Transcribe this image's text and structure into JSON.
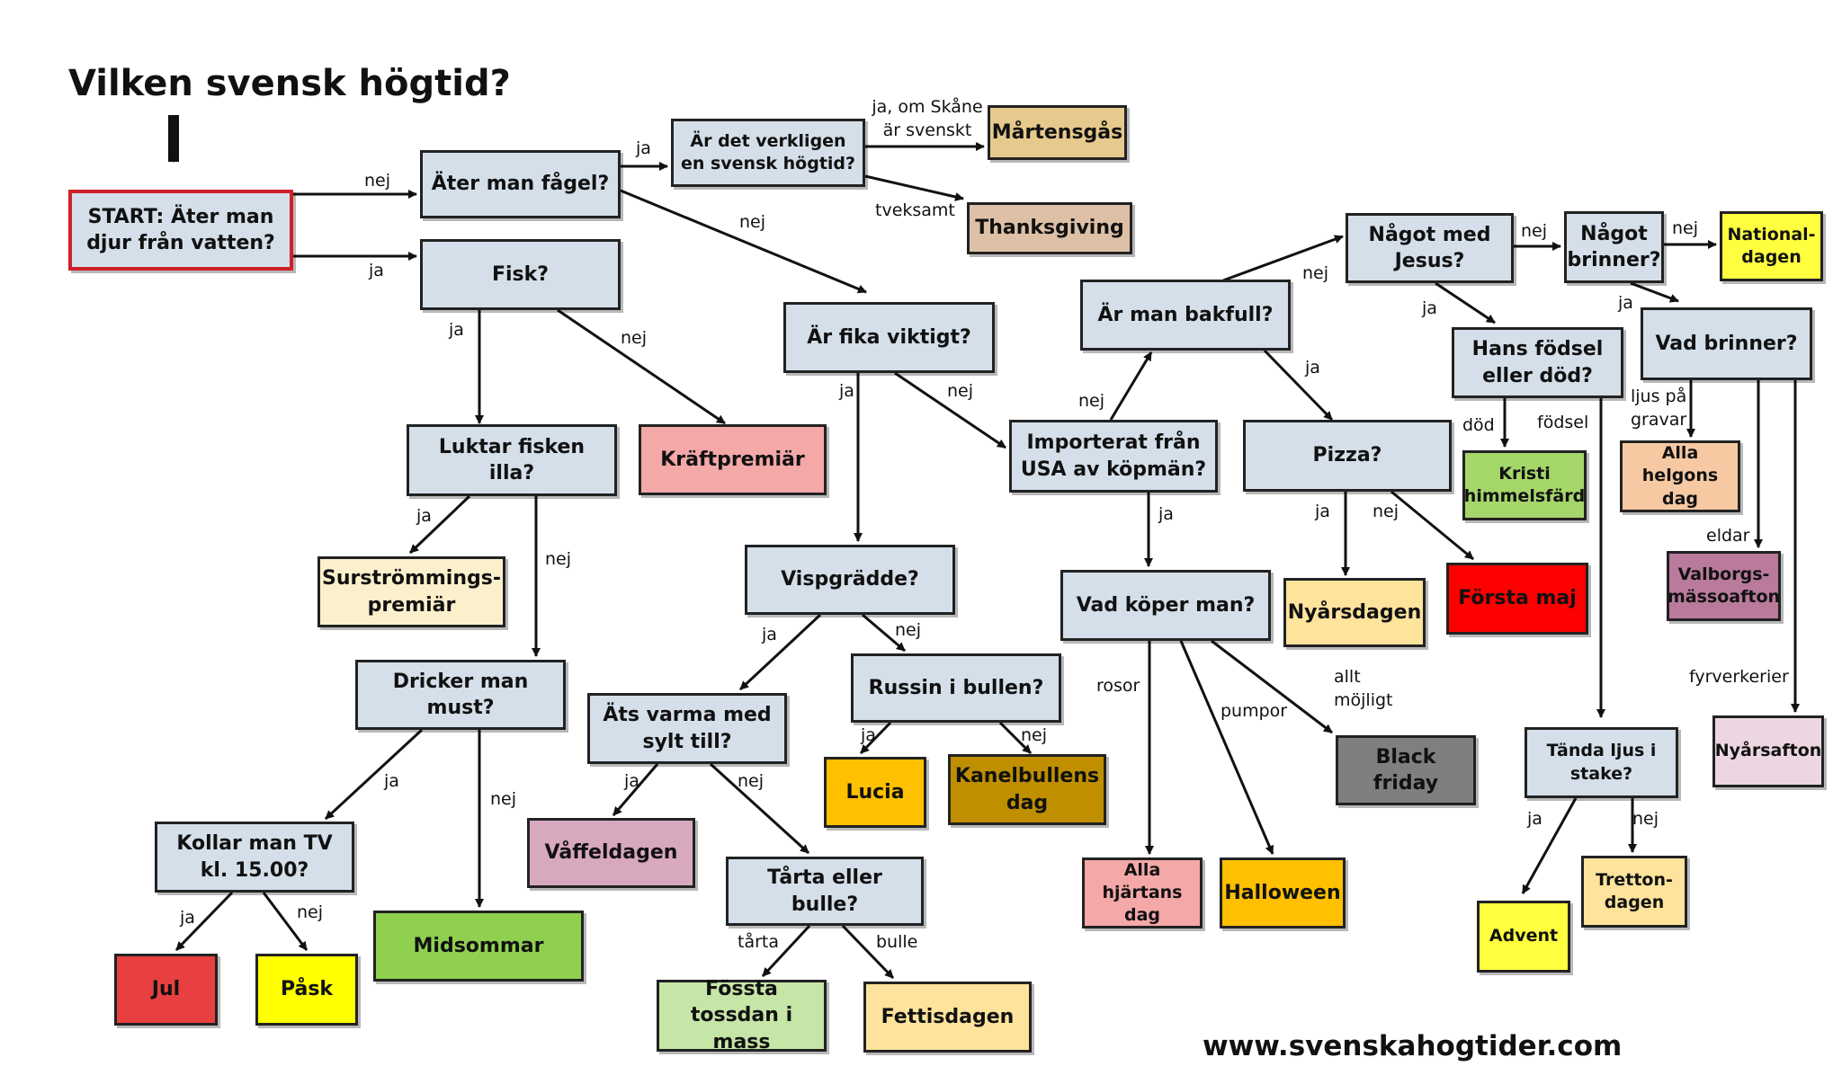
{
  "title": "Vilken svensk högtid?",
  "footer_url": "www.svenskahogtider.com",
  "colors": {
    "question": "#d4dfe9",
    "start_border": "#d0202a",
    "yellow": "#ffff00",
    "red": "#e84040",
    "green": "#8fd14f",
    "pink": "#f4a8a8",
    "cream": "#fcf0cc",
    "tan": "#e6c98d",
    "orange": "#ffc000"
  },
  "nodes": {
    "start": "START: Äter man djur från vatten?",
    "ater_fagel": "Äter man fågel?",
    "svensk_hogtid": "Är det verkligen en svensk högtid?",
    "martensgas": "Mårtensgås",
    "thanksgiving": "Thanksgiving",
    "fisk": "Fisk?",
    "fika": "Är fika viktigt?",
    "bakfull": "Är man bakfull?",
    "jesus": "Något med Jesus?",
    "brinner": "Något brinner?",
    "nationaldagen": "National-dagen",
    "hans_fodsel": "Hans födsel eller död?",
    "vad_brinner": "Vad brinner?",
    "luktar": "Luktar fisken illa?",
    "kraftpremiar": "Kräftpremiär",
    "importerat": "Importerat från USA av köpmän?",
    "pizza": "Pizza?",
    "kristi": "Kristi himmelsfärd",
    "alla_helgons": "Alla helgons dag",
    "surstromming": "Surströmmings-premiär",
    "vispgradde": "Vispgrädde?",
    "vad_koper": "Vad köper man?",
    "nyarsdagen": "Nyårsdagen",
    "forsta_maj": "Första maj",
    "valborg": "Valborgs-mässoafton",
    "must": "Dricker man must?",
    "varma_sylt": "Äts varma med sylt till?",
    "russin": "Russin i bullen?",
    "black_friday": "Black friday",
    "nyarsafton": "Nyårsafton",
    "tanda_ljus": "Tända ljus i stake?",
    "tv": "Kollar man TV kl. 15.00?",
    "midsommar": "Midsommar",
    "vaffeldagen": "Våffeldagen",
    "lucia": "Lucia",
    "kanelbulle": "Kanelbullens dag",
    "tarta_bulle": "Tårta eller bulle?",
    "alla_hjartans": "Alla hjärtans dag",
    "halloween": "Halloween",
    "advent": "Advent",
    "trettondagen": "Tretton-dagen",
    "jul": "Jul",
    "pask": "Påsk",
    "fossta": "Fössta tossdan i mass",
    "fettisdagen": "Fettisdagen"
  },
  "edge_labels": {
    "start_nej": "nej",
    "start_ja": "ja",
    "fagel_ja": "ja",
    "fagel_nej": "nej",
    "svensk_ja_skane": "ja, om Skåne är svenskt",
    "svensk_tveksamt": "tveksamt",
    "fisk_ja": "ja",
    "fisk_nej": "nej",
    "fika_ja": "ja",
    "fika_nej": "nej",
    "import_nej": "nej",
    "import_ja": "ja",
    "bakfull_nej": "nej",
    "bakfull_ja": "ja",
    "jesus_nej": "nej",
    "jesus_ja": "ja",
    "brinner_nej": "nej",
    "brinner_ja": "ja",
    "dod": "död",
    "fodsel": "födsel",
    "ljus_pa_gravar": "ljus på gravar",
    "eldar": "eldar",
    "fyrverkerier": "fyrverkerier",
    "luktar_ja": "ja",
    "luktar_nej": "nej",
    "pizza_ja": "ja",
    "pizza_nej": "nej",
    "rosor": "rosor",
    "pumpor": "pumpor",
    "allt_mojligt": "allt möjligt",
    "visp_ja": "ja",
    "visp_nej": "nej",
    "russin_ja": "ja",
    "russin_nej": "nej",
    "must_ja": "ja",
    "must_nej": "nej",
    "sylt_ja": "ja",
    "sylt_nej": "nej",
    "tanda_ja": "ja",
    "tanda_nej": "nej",
    "tv_ja": "ja",
    "tv_nej": "nej",
    "tarta": "tårta",
    "bulle": "bulle"
  }
}
